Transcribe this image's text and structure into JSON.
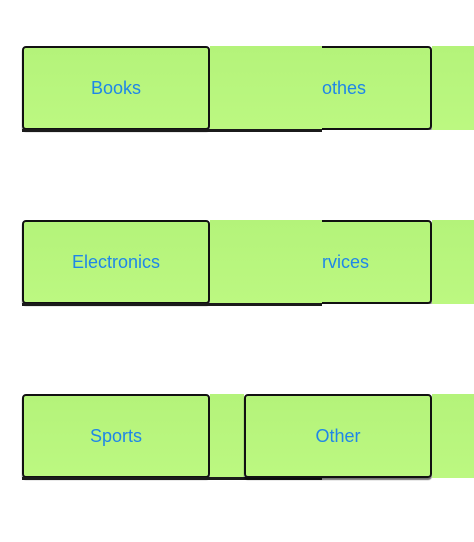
{
  "categories": [
    {
      "label": "Books"
    },
    {
      "label": "Clothes",
      "visible_fragment": "othes"
    },
    {
      "label": "Electronics"
    },
    {
      "label": "Services",
      "visible_fragment": "rvices"
    },
    {
      "label": "Sports"
    },
    {
      "label": "Other"
    }
  ],
  "colors": {
    "tile_fill": "#b8f47c",
    "tile_border": "#111111",
    "label_text": "#1f86e8",
    "background": "#ffffff"
  }
}
